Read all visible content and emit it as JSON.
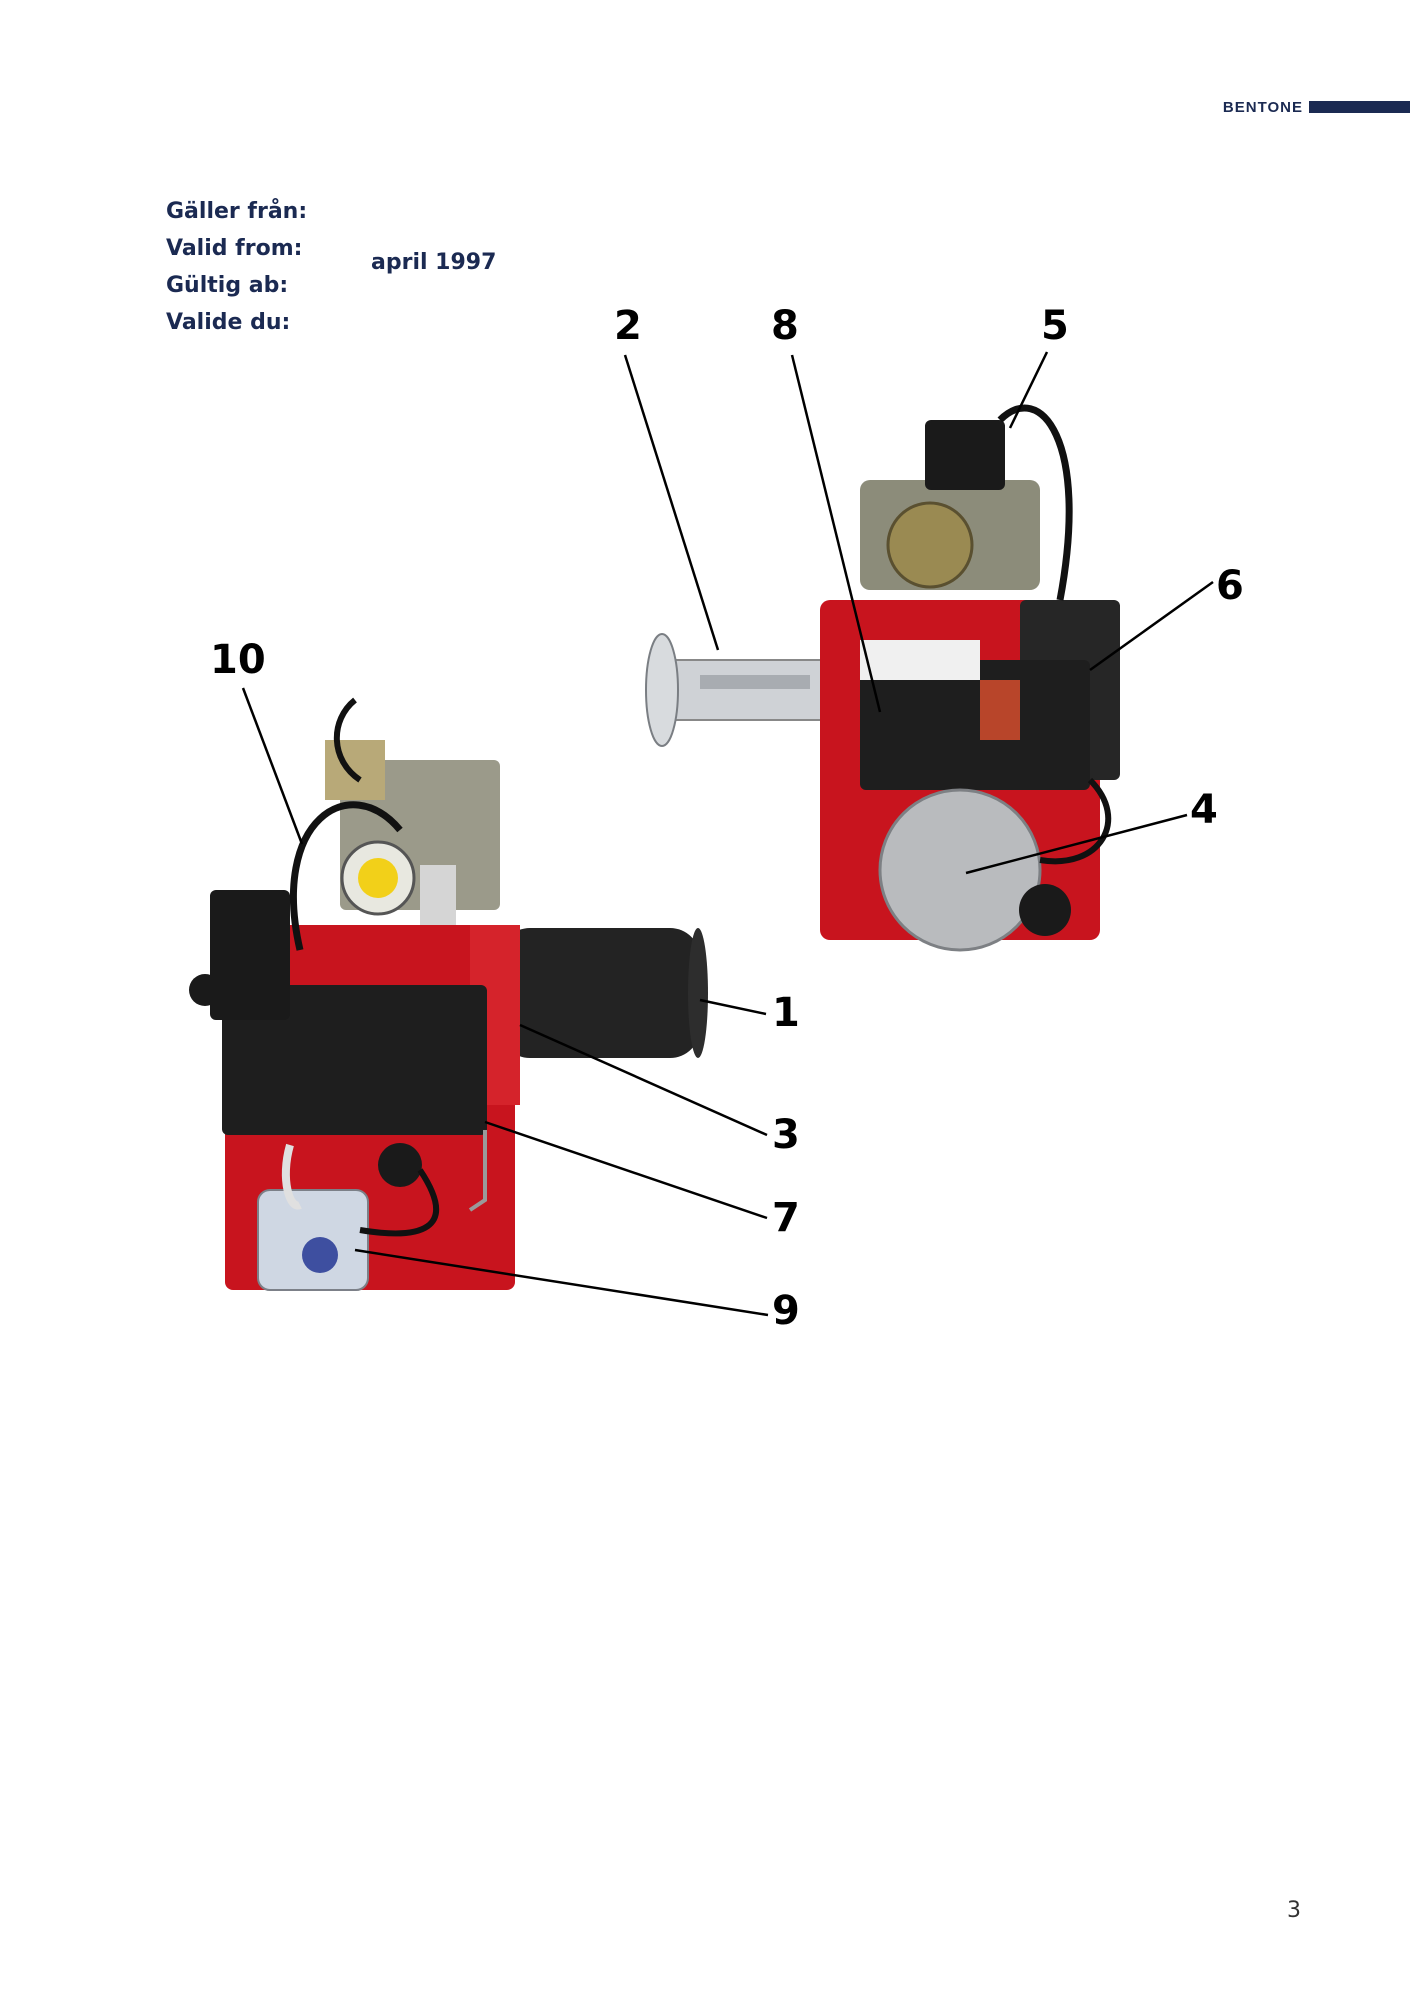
{
  "header": {
    "brand": "BENTONE"
  },
  "validity": {
    "labels": [
      "Gäller från:",
      "Valid from:",
      "Gültig ab:",
      "Valide du:"
    ],
    "date": "april 1997"
  },
  "callouts": [
    "1",
    "2",
    "3",
    "4",
    "5",
    "6",
    "7",
    "8",
    "9",
    "10"
  ],
  "page_number": "3",
  "colors": {
    "brand": "#1b2a52",
    "burner_red": "#c8141e",
    "housing_black": "#1e1e1e"
  }
}
